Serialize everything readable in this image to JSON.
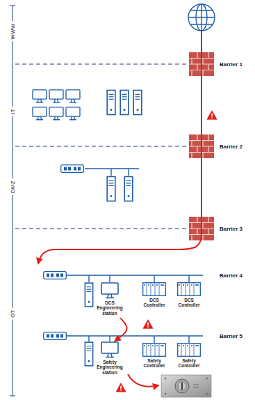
{
  "diagram": {
    "nodes": [
      {
        "text": [
          "DCS Engineering station"
        ]
      },
      {
        "text": [
          "DCS Controller"
        ]
      },
      {
        "text": [
          "DCS Controller"
        ]
      },
      {
        "text": [
          "Safety Engineering station"
        ]
      },
      {
        "text": [
          "Safety Controller"
        ]
      },
      {
        "text": [
          "Safety Controller"
        ]
      }
    ],
    "edges": [
      {
        "from": 0,
        "to": 3,
        "arrow": "to"
      }
    ],
    "labels": [
      "WWW",
      "IT",
      "DMZ",
      "OT",
      "Barrier 1",
      "Barrier 2",
      "Barrier 3",
      "Barrier 4",
      "Barrier 5"
    ]
  }
}
